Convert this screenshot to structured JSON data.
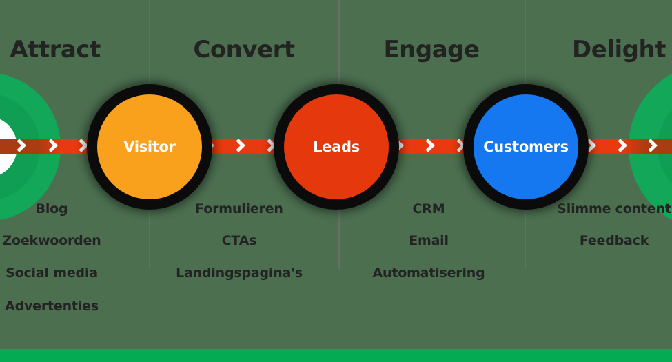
{
  "stages": [
    {
      "title": "Attract",
      "items": [
        "Blog",
        "Zoekwoorden",
        "Social media",
        "Advertenties"
      ]
    },
    {
      "title": "Convert",
      "items": [
        "Formulieren",
        "CTAs",
        "Landingspagina's"
      ]
    },
    {
      "title": "Engage",
      "items": [
        "CRM",
        "Email",
        "Automatisering"
      ]
    },
    {
      "title": "Delight",
      "items": [
        "Slimme content",
        "Feedback"
      ]
    }
  ],
  "nodes": [
    {
      "label": "Visitor",
      "color": "#F9A01C"
    },
    {
      "label": "Leads",
      "color": "#E5380D"
    },
    {
      "label": "Customers",
      "color": "#1678F0"
    }
  ],
  "flow_band": {
    "arrow_icon": "chevron-right",
    "color": "#E83A0E",
    "overlap_color": "#A93C11"
  },
  "colors": {
    "background": "#4C6F50",
    "edge_circle_green": "#13A75A",
    "edge_circle_inner_green": "#0F9E53",
    "edge_circle_core_white": "#FFFFFF",
    "node_ring_black": "#0B0B0B",
    "node_label_white": "#FFFFFF",
    "text_dark": "#232323",
    "divider_gray": "#6E6F6E",
    "footer_bar_green": "#05AB52"
  }
}
